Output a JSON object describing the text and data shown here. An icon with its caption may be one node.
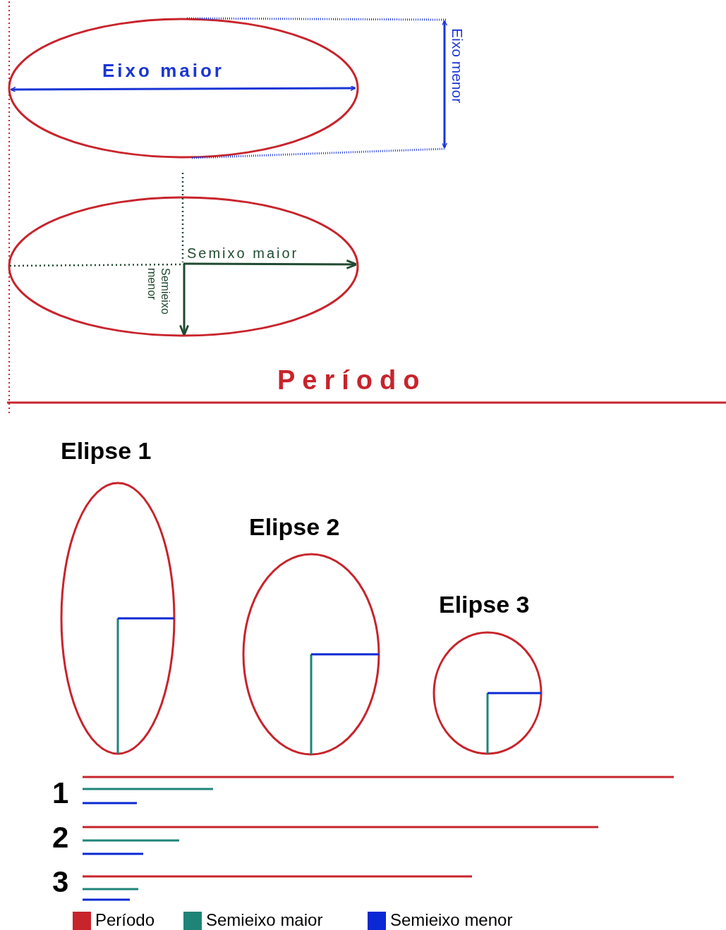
{
  "diagram": {
    "nodes": [
      {
        "text": [
          "Elipse 1"
        ]
      },
      {
        "text": [
          "Elipse 2"
        ]
      },
      {
        "text": [
          "Elipse 3"
        ]
      }
    ],
    "labels": [
      "Eixo maior",
      "Eixo menor",
      "Semixo maior",
      "Semieixo menor",
      "Período",
      "1",
      "2",
      "3"
    ],
    "legend": [
      {
        "text": "Período",
        "color": "#c8242c"
      },
      {
        "text": "Semieixo maior",
        "color": "#1e8478"
      },
      {
        "text": "Semieixo menor",
        "color": "#0a28d4"
      }
    ]
  }
}
